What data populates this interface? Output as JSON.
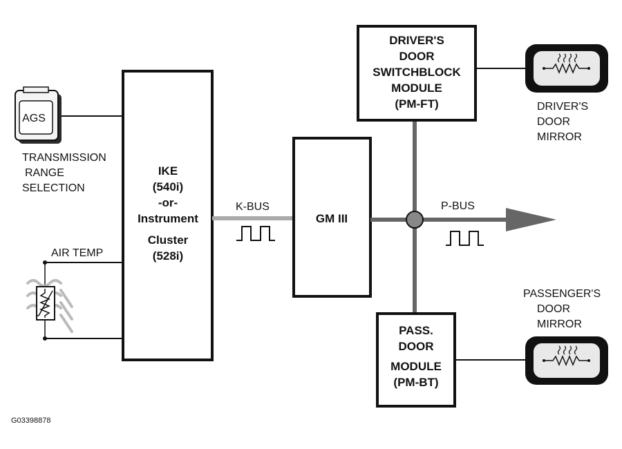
{
  "ags": {
    "label": "AGS",
    "caption": [
      "TRANSMISSION",
      "RANGE",
      "SELECTION"
    ]
  },
  "ike": {
    "lines": [
      "IKE",
      "(540i)",
      "-or-",
      "Instrument",
      "Cluster",
      "(528i)"
    ]
  },
  "air_temp": {
    "label": "AIR TEMP"
  },
  "kbus": {
    "label": "K-BUS"
  },
  "gm": {
    "label": "GM III"
  },
  "pbus": {
    "label": "P-BUS"
  },
  "drivers_module": {
    "lines": [
      "DRIVER'S",
      "DOOR",
      "SWITCHBLOCK",
      "MODULE",
      "(PM-FT)"
    ]
  },
  "drivers_mirror": {
    "caption": [
      "DRIVER'S",
      "DOOR",
      "MIRROR"
    ]
  },
  "pass_module": {
    "lines": [
      "PASS.",
      "DOOR",
      "MODULE",
      "(PM-BT)"
    ]
  },
  "pass_mirror": {
    "caption": [
      "PASSENGER'S",
      "DOOR",
      "MIRROR"
    ]
  },
  "figure_code": "G03398878",
  "colors": {
    "k_bus": "#aaaaaa",
    "p_bus": "#666666",
    "outline": "#111111",
    "mirror_inner": "#e9e9e9"
  }
}
